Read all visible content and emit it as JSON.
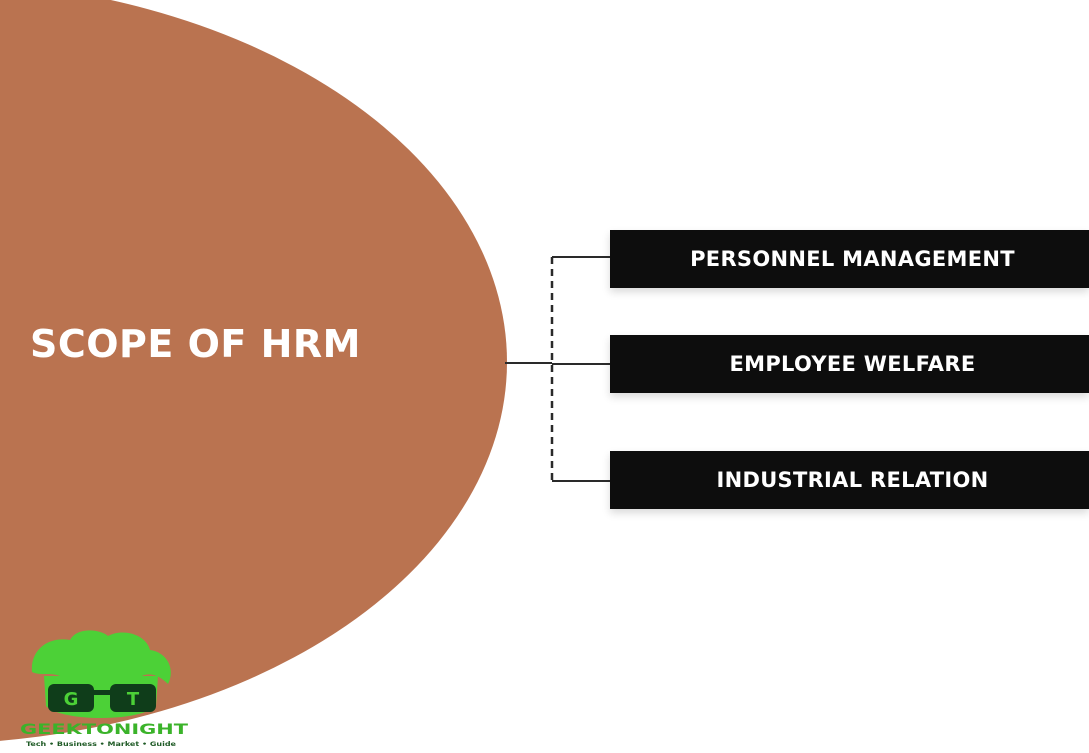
{
  "diagram": {
    "center_label": "SCOPE OF HRM",
    "branches": [
      {
        "label": "PERSONNEL MANAGEMENT"
      },
      {
        "label": "EMPLOYEE WELFARE"
      },
      {
        "label": "INDUSTRIAL RELATION"
      }
    ]
  },
  "logo": {
    "letters": [
      "G",
      "T"
    ],
    "brand_name": "GEEKTONIGHT",
    "tagline": "Tech • Business • Market • Guide"
  },
  "colors": {
    "circle_fill": "#ba7350",
    "box_fill": "#0d0d0d",
    "connector": "#2a2a2a",
    "logo_green": "#4cd137",
    "logo_dark": "#0f3d1a"
  }
}
